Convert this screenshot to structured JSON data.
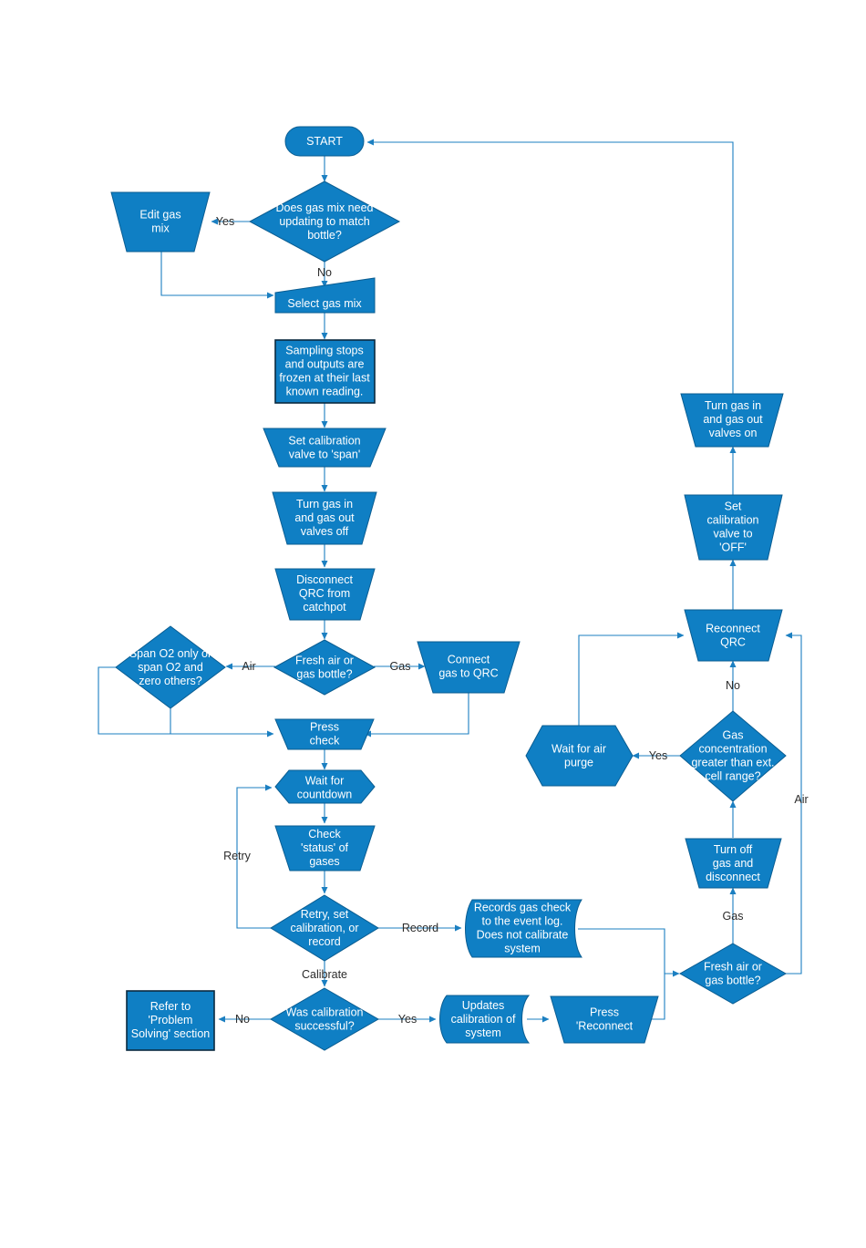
{
  "nodes": {
    "start": "START",
    "q_gas_mix": [
      "Does gas mix need",
      "updating to match",
      "bottle?"
    ],
    "edit_gas_mix": [
      "Edit gas",
      "mix"
    ],
    "select_gas_mix": [
      "Select gas mix"
    ],
    "sampling_stops": [
      "Sampling stops",
      "and outputs are",
      "frozen at their last",
      "known reading."
    ],
    "set_cal_span": [
      "Set calibration",
      "valve to 'span'"
    ],
    "turn_valves_off": [
      "Turn gas in",
      "and gas out",
      "valves off"
    ],
    "disconnect_qrc": [
      "Disconnect",
      "QRC from",
      "catchpot"
    ],
    "q_fresh_air_1": [
      "Fresh air or",
      "gas bottle?"
    ],
    "q_span_o2": [
      "Span O2 only or",
      "span O2 and",
      "zero others?"
    ],
    "connect_gas": [
      "Connect",
      "gas to QRC"
    ],
    "press_check": [
      "Press",
      "check"
    ],
    "wait_countdown": [
      "Wait for",
      "countdown"
    ],
    "check_status": [
      "Check",
      "'status' of",
      "gases"
    ],
    "q_retry": [
      "Retry, set",
      "calibration, or",
      "record"
    ],
    "records_gas_check": [
      "Records gas check",
      "to the event log.",
      "Does not calibrate",
      "system"
    ],
    "q_cal_success": [
      "Was calibration",
      "successful?"
    ],
    "refer_problem": [
      "Refer to",
      "'Problem",
      "Solving' section"
    ],
    "updates_cal": [
      "Updates",
      "calibration of",
      "system"
    ],
    "press_reconnect": [
      "Press",
      "'Reconnect"
    ],
    "q_fresh_air_2": [
      "Fresh air or",
      "gas bottle?"
    ],
    "turn_off_gas": [
      "Turn off",
      "gas and",
      "disconnect"
    ],
    "q_gas_conc": [
      "Gas",
      "concentration",
      "greater than ext.",
      "cell range?"
    ],
    "wait_air_purge": [
      "Wait for air",
      "purge"
    ],
    "reconnect_qrc": [
      "Reconnect",
      "QRC"
    ],
    "set_cal_off": [
      "Set",
      "calibration",
      "valve to",
      "'OFF'"
    ],
    "turn_valves_on": [
      "Turn gas in",
      "and gas out",
      "valves on"
    ]
  },
  "edge_labels": {
    "yes_edit": "Yes",
    "no_select": "No",
    "air_span": "Air",
    "gas_connect": "Gas",
    "retry": "Retry",
    "record": "Record",
    "calibrate": "Calibrate",
    "no_refer": "No",
    "yes_updates": "Yes",
    "gas_turnoff": "Gas",
    "air_reconnect": "Air",
    "yes_purge": "Yes",
    "no_reconnect": "No"
  },
  "colors": {
    "shape_fill": "#0f7fc4",
    "shape_border": "#0a5d92",
    "connector": "#1b7fc1",
    "text_on_shape": "#ffffff",
    "edge_label_text": "#2b2b2b"
  }
}
